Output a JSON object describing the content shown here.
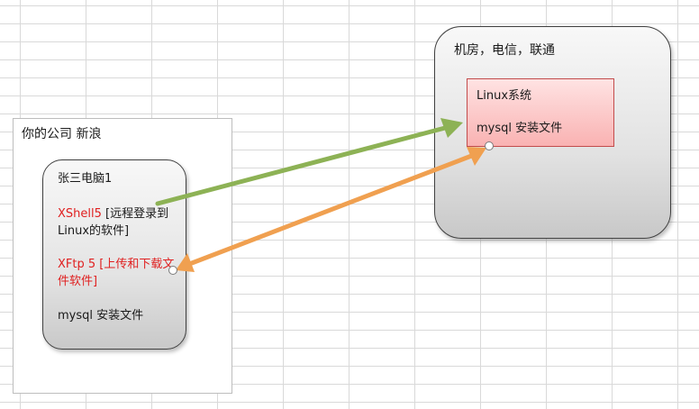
{
  "company": {
    "title": "你的公司 新浪"
  },
  "pc": {
    "title": "张三电脑1",
    "xshell_name": "XShell5",
    "xshell_desc": " [远程登录到Linux的软件]",
    "xftp_name": "XFtp 5",
    "xftp_desc": " [上传和下载文件软件]",
    "mysql": "mysql 安装文件"
  },
  "server": {
    "title": "机房，电信，联通",
    "linux_label": "Linux系统",
    "mysql": "mysql 安装文件"
  },
  "colors": {
    "xshell_arrow": "#8db255",
    "xftp_arrow": "#f0a050",
    "software_text": "#e02020"
  },
  "icons": [
    "arrow-head-icon",
    "connector-dot-icon"
  ]
}
